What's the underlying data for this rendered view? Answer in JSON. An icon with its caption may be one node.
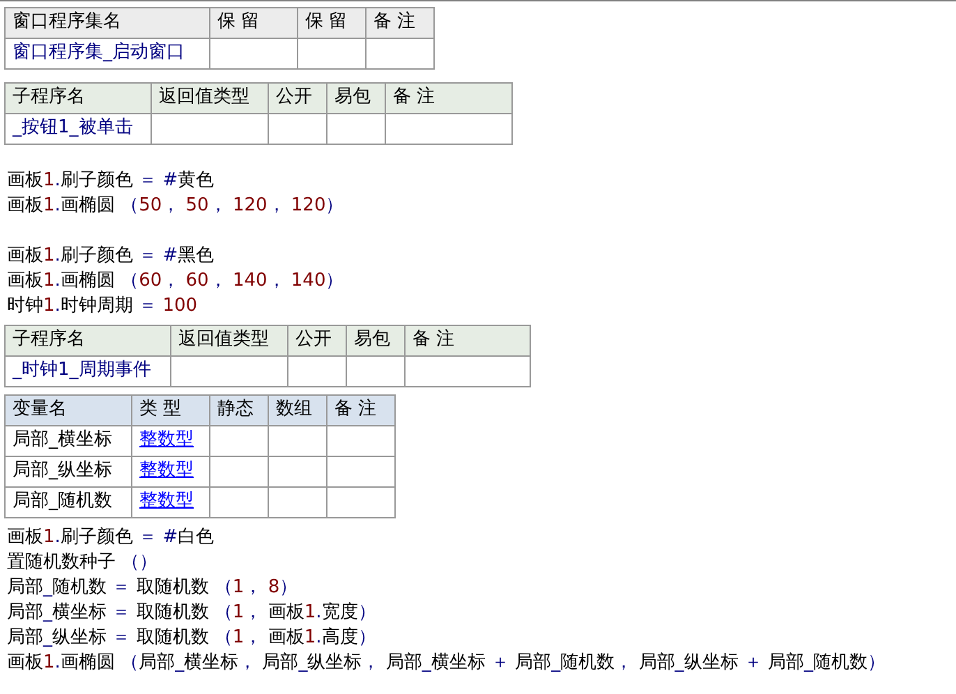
{
  "diagram": {
    "labels": [
      "窗口程序集名",
      "保 留",
      "保 留",
      "备 注",
      "窗口程序集_启动窗口",
      "子程序名",
      "返回值类型",
      "公开",
      "易包",
      "备 注",
      "_按钮1_被单击",
      "画板1.刷子颜色 ＝ #黄色",
      "画板1.画椭圆 （50， 50， 120， 120）",
      "画板1.刷子颜色 ＝ #黑色",
      "画板1.画椭圆 （60， 60， 140， 140）",
      "时钟1.时钟周期 ＝ 100",
      "子程序名",
      "返回值类型",
      "公开",
      "易包",
      "备 注",
      "_时钟1_周期事件",
      "变量名",
      "类 型",
      "静态",
      "数组",
      "备 注",
      "局部_横坐标",
      "整数型",
      "局部_纵坐标",
      "整数型",
      "局部_随机数",
      "整数型",
      "画板1.刷子颜色 ＝ #白色",
      "置随机数种子 （）",
      "局部_随机数 ＝ 取随机数 （1， 8）",
      "局部_横坐标 ＝ 取随机数 （1， 画板1.宽度）",
      "局部_纵坐标 ＝ 取随机数 （1， 画板1.高度）",
      "画板1.画椭圆 （局部_横坐标， 局部_纵坐标， 局部_横坐标 ＋ 局部_随机数， 局部_纵坐标 ＋ 局部_随机数）"
    ]
  }
}
